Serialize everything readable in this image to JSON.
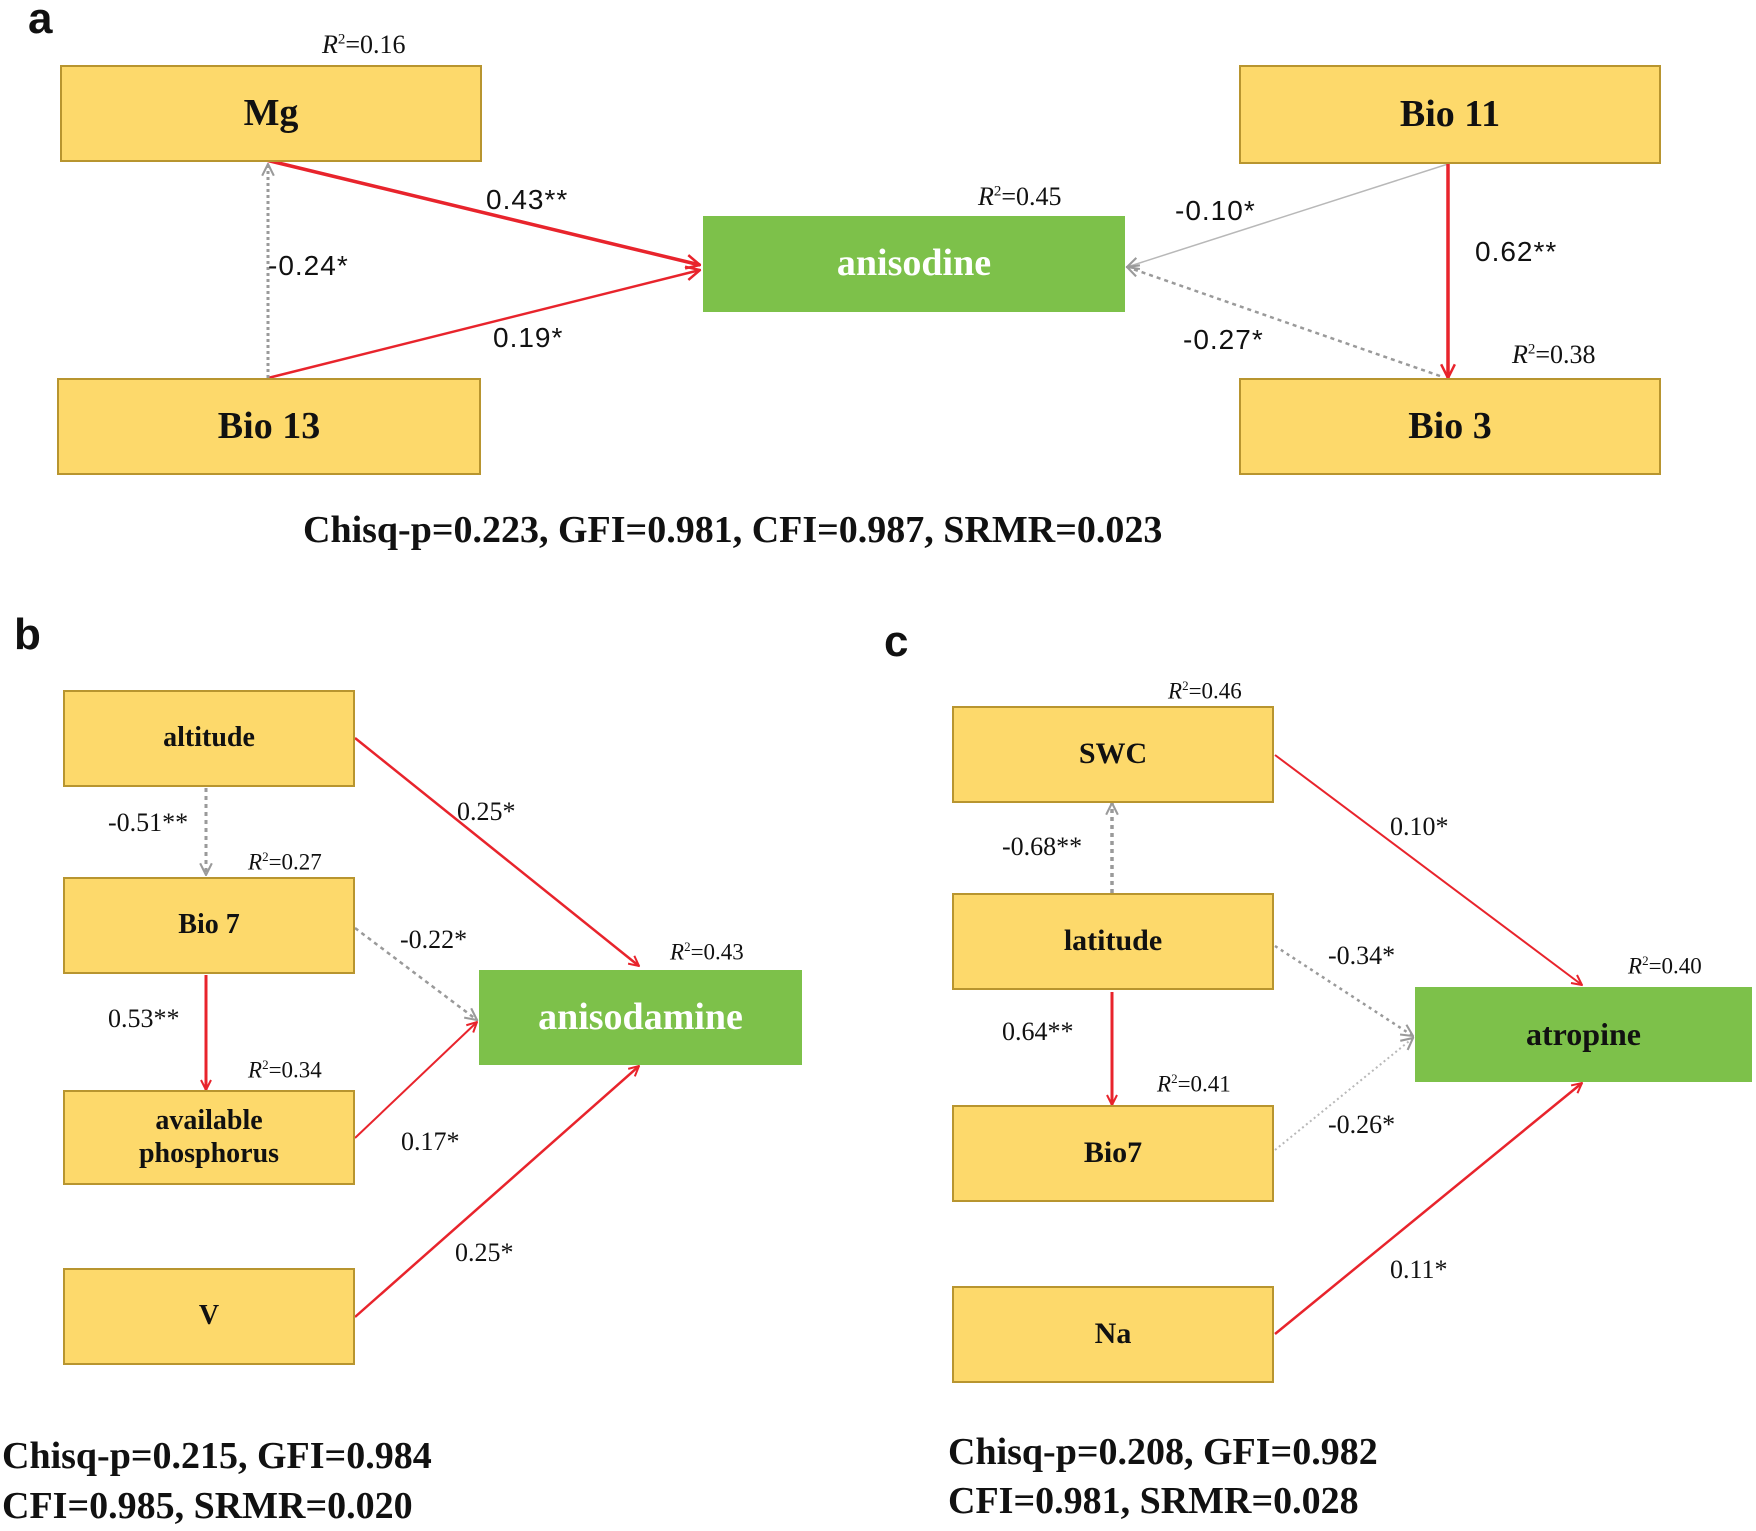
{
  "colors": {
    "predictor_box": "#fdd96b",
    "response_box": "#7dc14a",
    "positive_path": "#e8242c",
    "negative_path": "#9a9a9a"
  },
  "panels": {
    "a": {
      "letter": "a",
      "nodes": {
        "mg": "Mg",
        "bio13": "Bio 13",
        "bio11": "Bio 11",
        "bio3": "Bio 3",
        "response": "anisodine"
      },
      "r2": {
        "mg": "=0.16",
        "response": "=0.45",
        "bio3": "=0.38"
      },
      "paths": {
        "mg_resp": "0.43**",
        "bio13_resp": "0.19*",
        "bio13_mg": "-0.24*",
        "bio11_resp": "-0.10*",
        "bio11_bio3": "0.62**",
        "bio3_resp": "-0.27*"
      },
      "stats": "Chisq-p=0.223, GFI=0.981, CFI=0.987, SRMR=0.023"
    },
    "b": {
      "letter": "b",
      "nodes": {
        "altitude": "altitude",
        "bio7": "Bio 7",
        "phos_line1": "available",
        "phos_line2": "phosphorus",
        "v": "V",
        "response": "anisodamine"
      },
      "r2": {
        "bio7": "=0.27",
        "phos": "=0.34",
        "response": "=0.43"
      },
      "paths": {
        "alt_bio7": "-0.51**",
        "alt_resp": "0.25*",
        "bio7_resp": "-0.22*",
        "bio7_phos": "0.53**",
        "phos_resp": "0.17*",
        "v_resp": "0.25*"
      },
      "stats_line1": "Chisq-p=0.215, GFI=0.984",
      "stats_line2": "CFI=0.985, SRMR=0.020"
    },
    "c": {
      "letter": "c",
      "nodes": {
        "swc": "SWC",
        "latitude": "latitude",
        "bio7": "Bio7",
        "na": "Na",
        "response": "atropine"
      },
      "r2": {
        "swc": "=0.46",
        "bio7": "=0.41",
        "response": "=0.40"
      },
      "paths": {
        "lat_swc": "-0.68**",
        "swc_resp": "0.10*",
        "lat_resp": "-0.34*",
        "lat_bio7": "0.64**",
        "bio7_resp": "-0.26*",
        "na_resp": "0.11*"
      },
      "stats_line1": "Chisq-p=0.208, GFI=0.982",
      "stats_line2": "CFI=0.981, SRMR=0.028"
    }
  }
}
